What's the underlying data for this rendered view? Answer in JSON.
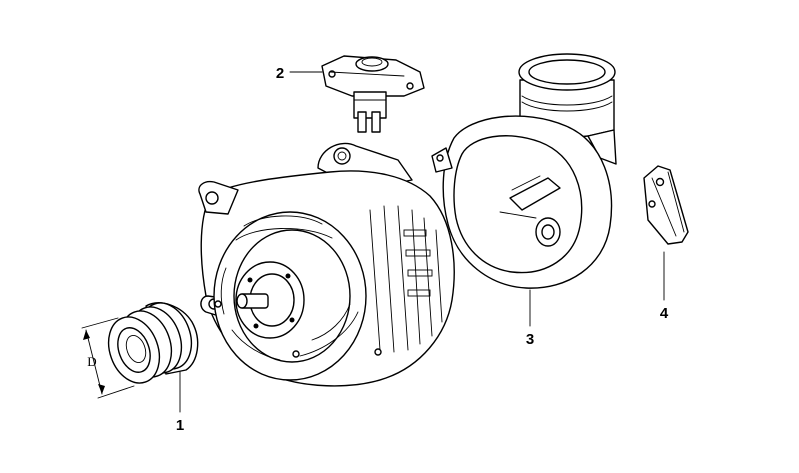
{
  "callouts": {
    "part1": "1",
    "part2": "2",
    "part3": "3",
    "part4": "4"
  },
  "dimension_label": "D",
  "colors": {
    "line": "#000000",
    "background": "#ffffff"
  }
}
